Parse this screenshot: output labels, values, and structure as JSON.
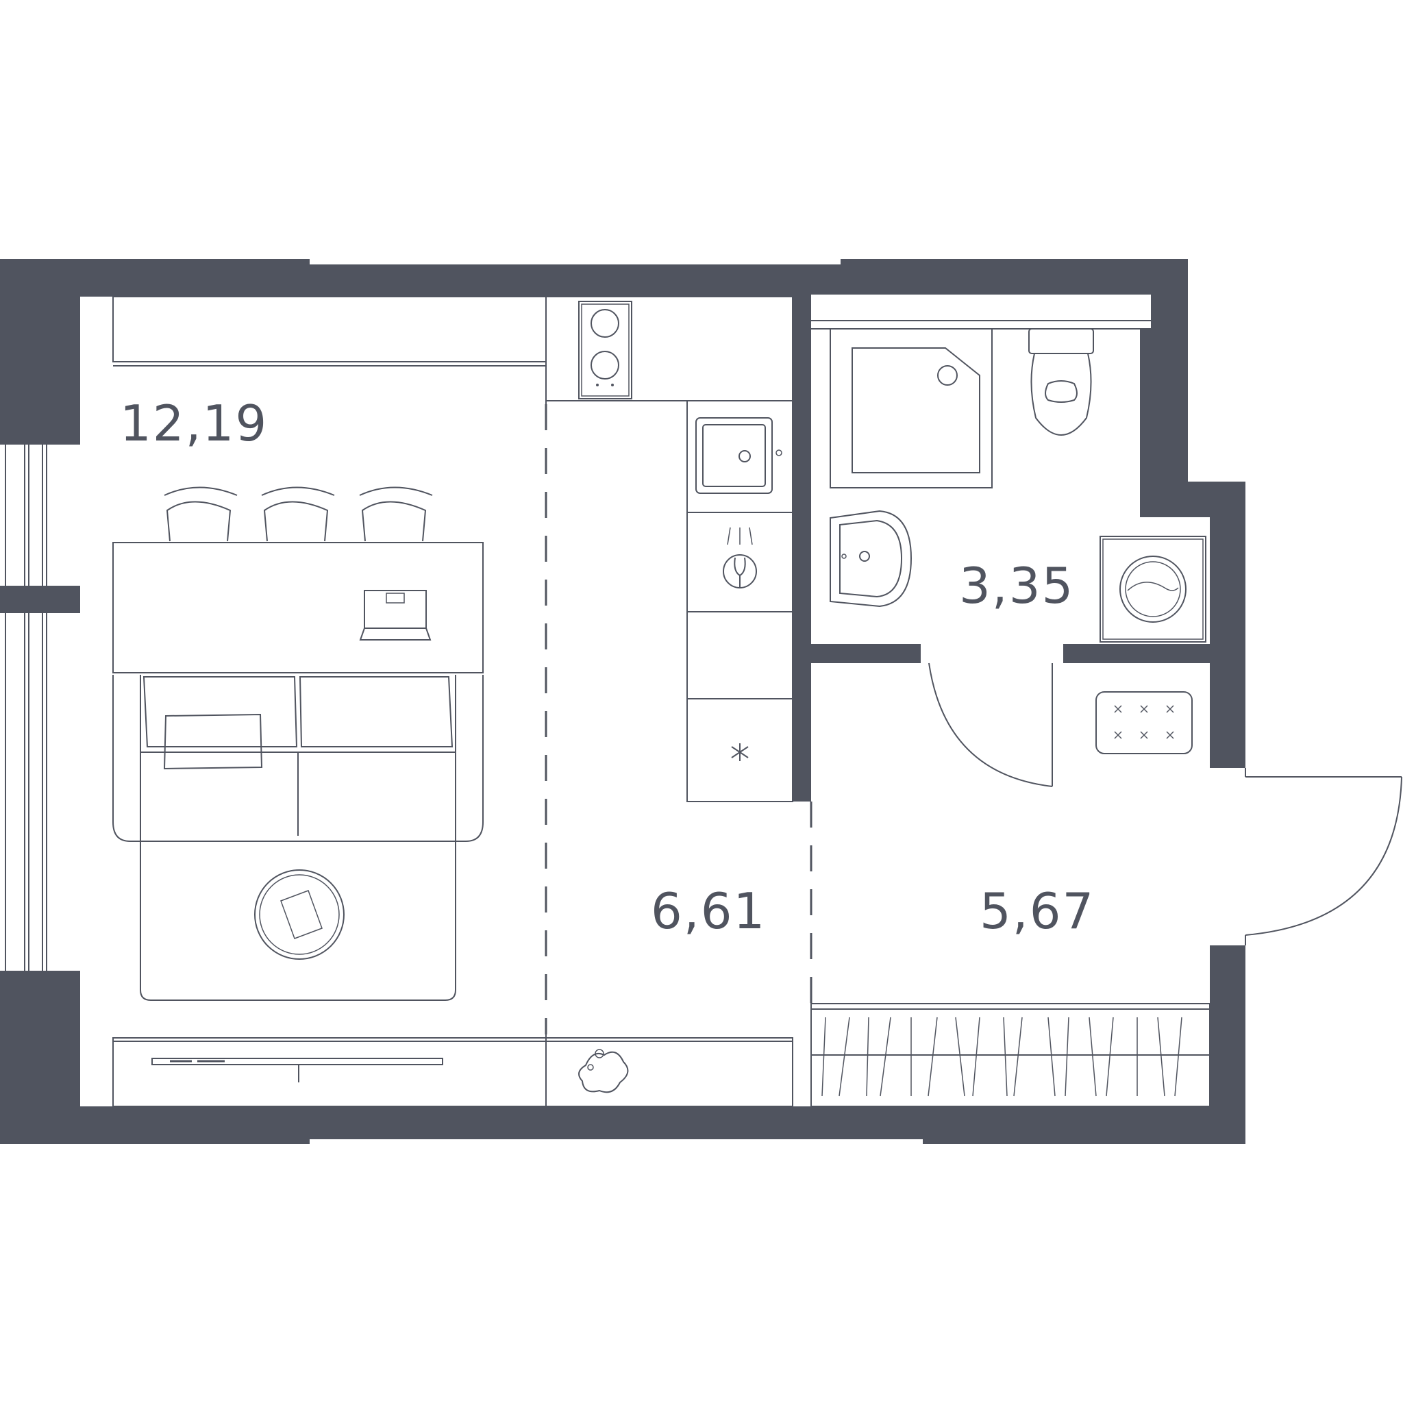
{
  "plan": {
    "wall_color": "#50545f",
    "background_color": "#ffffff",
    "rooms": [
      {
        "id": "living",
        "area": "12,19"
      },
      {
        "id": "kitchen",
        "area": "6,61"
      },
      {
        "id": "bathroom",
        "area": "3,35"
      },
      {
        "id": "hallway",
        "area": "5,67"
      }
    ]
  }
}
